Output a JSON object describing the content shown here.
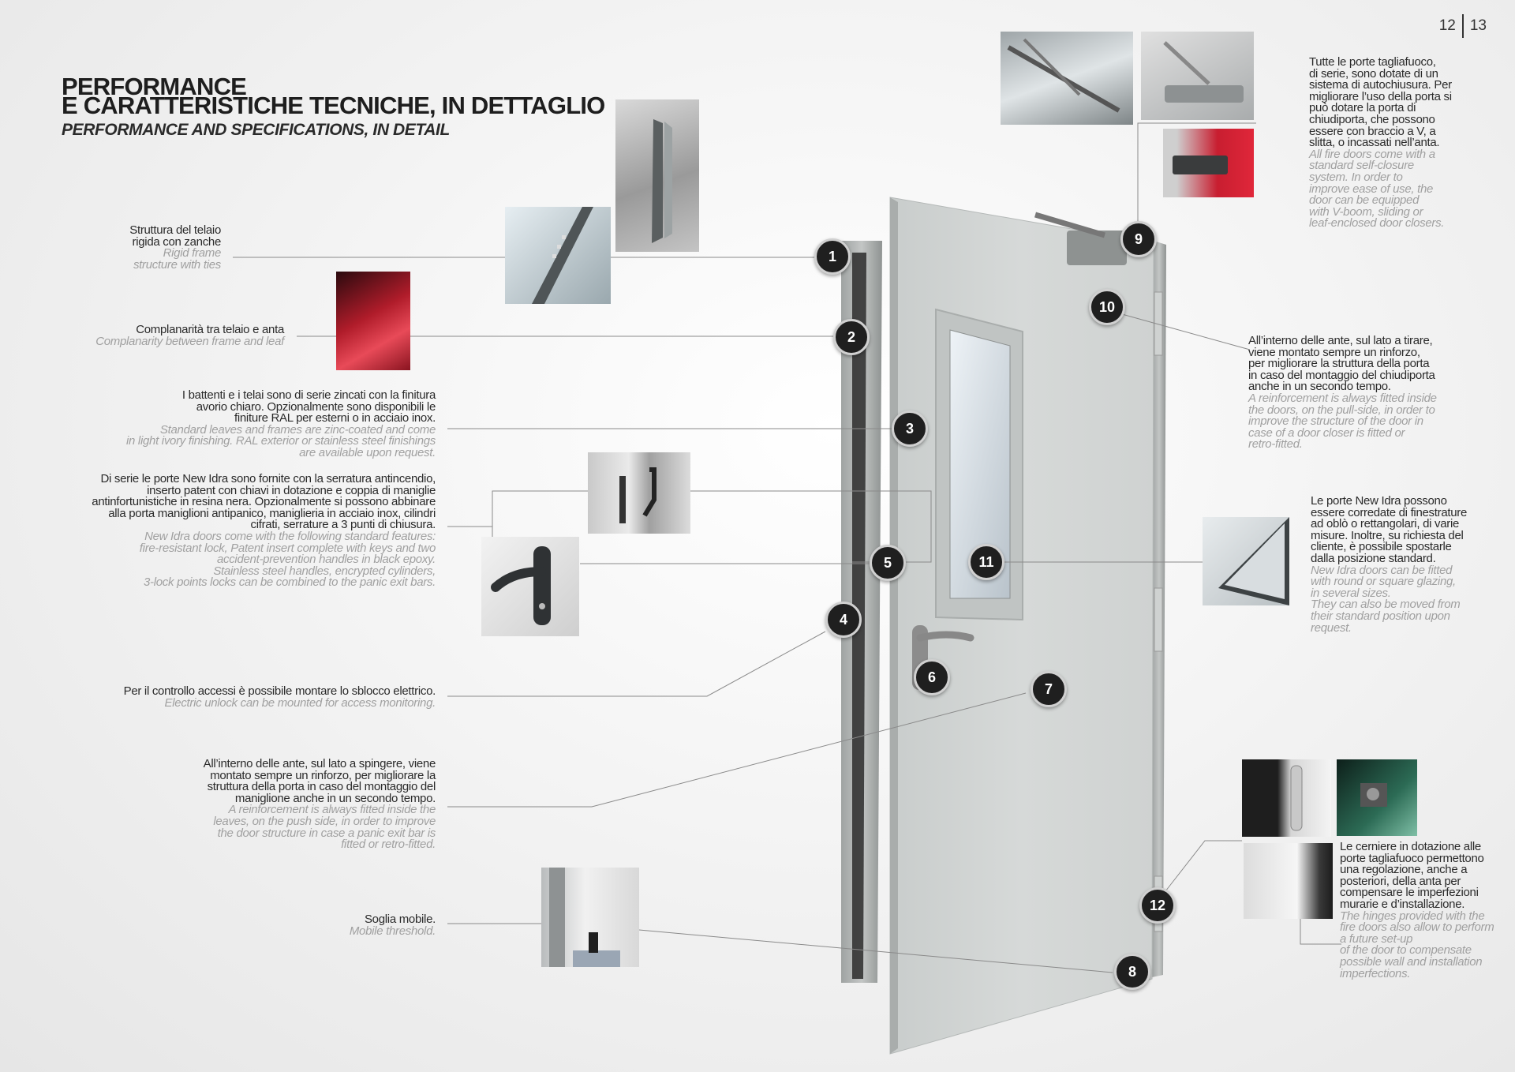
{
  "page_numbers": {
    "left": "12",
    "right": "13"
  },
  "title": {
    "line1": "PERFORMANCE",
    "line2": "E CARATTERISTICHE TECNICHE, IN DETTAGLIO",
    "subtitle": "PERFORMANCE AND SPECIFICATIONS, IN DETAIL"
  },
  "callouts": [
    {
      "number": "1",
      "it": [
        "Struttura del telaio",
        "rigida con zanche"
      ],
      "en": [
        "Rigid frame",
        "structure with ties"
      ]
    },
    {
      "number": "2",
      "it": [
        "Complanarità tra telaio e anta"
      ],
      "en": [
        "Complanarity between frame and leaf"
      ]
    },
    {
      "number": "3",
      "it": [
        "I battenti e i telai sono di serie zincati con la finitura",
        "avorio chiaro. Opzionalmente sono disponibili le",
        "finiture RAL per esterni o in acciaio inox."
      ],
      "en": [
        "Standard leaves and frames are zinc-coated and come",
        "in light ivory finishing. RAL exterior or stainless steel finishings",
        "are available upon request."
      ]
    },
    {
      "number": "5",
      "it": [
        "Di serie le porte New Idra sono fornite con la serratura antincendio,",
        "inserto patent con chiavi in dotazione e coppia di maniglie",
        "antinfortunistiche in resina nera. Opzionalmente si possono abbinare",
        "alla porta maniglioni antipanico, maniglieria in acciaio inox, cilindri",
        "cifrati, serrature a 3 punti di chiusura."
      ],
      "en": [
        "New Idra doors come with the following standard features:",
        "fire-resistant lock, Patent insert complete with keys and two",
        "accident-prevention handles in black epoxy.",
        "Stainless steel handles, encrypted cylinders,",
        "3-lock points locks can be combined to the panic exit bars."
      ]
    },
    {
      "number": "4",
      "it": [
        "Per il controllo accessi è possibile montare lo sblocco elettrico."
      ],
      "en": [
        "Electric unlock can be mounted for access monitoring."
      ]
    },
    {
      "number": "7",
      "it": [
        "All’interno delle ante, sul lato a spingere, viene",
        "montato sempre un rinforzo, per migliorare la",
        "struttura della porta in caso del montaggio del",
        "maniglione anche in un secondo tempo."
      ],
      "en": [
        "A reinforcement is always fitted inside the",
        "leaves, on the push side, in order to improve",
        "the door structure in case a panic exit bar is",
        "fitted or retro-fitted."
      ]
    },
    {
      "number": "8",
      "it": [
        "Soglia mobile."
      ],
      "en": [
        "Mobile threshold."
      ]
    },
    {
      "number": "9",
      "it": [
        "Tutte le porte tagliafuoco,",
        "di serie, sono dotate di un",
        "sistema di autochiusura. Per",
        "migliorare l’uso della porta si",
        "può dotare la porta di",
        "chiudiporta, che possono",
        "essere con braccio a V, a",
        "slitta, o incassati nell’anta."
      ],
      "en": [
        "All fire doors come with a",
        "standard self-closure",
        "system. In order to",
        "improve ease of use, the",
        "door can be equipped",
        "with V-boom, sliding or",
        "leaf-enclosed door closers."
      ]
    },
    {
      "number": "10",
      "it": [
        "All’interno delle ante, sul lato a tirare,",
        "viene montato sempre un rinforzo,",
        "per migliorare la struttura della porta",
        "in caso del montaggio del chiudiporta",
        "anche in un secondo tempo."
      ],
      "en": [
        "A reinforcement is always fitted inside",
        "the doors, on the pull-side, in order to",
        "improve the structure of the door in",
        "case of a door closer is fitted or",
        "retro-fitted."
      ]
    },
    {
      "number": "11",
      "it": [
        "Le porte New Idra possono",
        "essere corredate di finestrature",
        "ad oblò o rettangolari, di varie",
        "misure. Inoltre, su richiesta del",
        "cliente, è possibile spostarle",
        "dalla posizione standard."
      ],
      "en": [
        "New Idra doors can be fitted",
        "with round or square glazing,",
        "in several sizes.",
        "They can also be moved from",
        "their standard position upon",
        "request."
      ]
    },
    {
      "number": "12",
      "it": [
        "Le cerniere in dotazione alle",
        "porte tagliafuoco permettono",
        "una regolazione, anche a",
        "posteriori, della anta per",
        "compensare le imperfezioni",
        "murarie e d’installazione."
      ],
      "en": [
        "The hinges provided with the",
        "fire doors also allow to perform",
        "a future set-up",
        "of the door to compensate",
        "possible wall and installation",
        "imperfections."
      ]
    }
  ],
  "badge_number_6": "6",
  "photos": [
    "frame-profile-photo",
    "frame-ties-photo",
    "red-leaf-edge-photo",
    "lock-detail-photo",
    "black-handle-photo",
    "threshold-photo",
    "door-closer-arm-photo",
    "door-closer-slide-photo",
    "door-closer-red-photo",
    "window-frame-photo",
    "hinge-photo",
    "hinge-detail-photo",
    "hinge-leaf-photo"
  ]
}
